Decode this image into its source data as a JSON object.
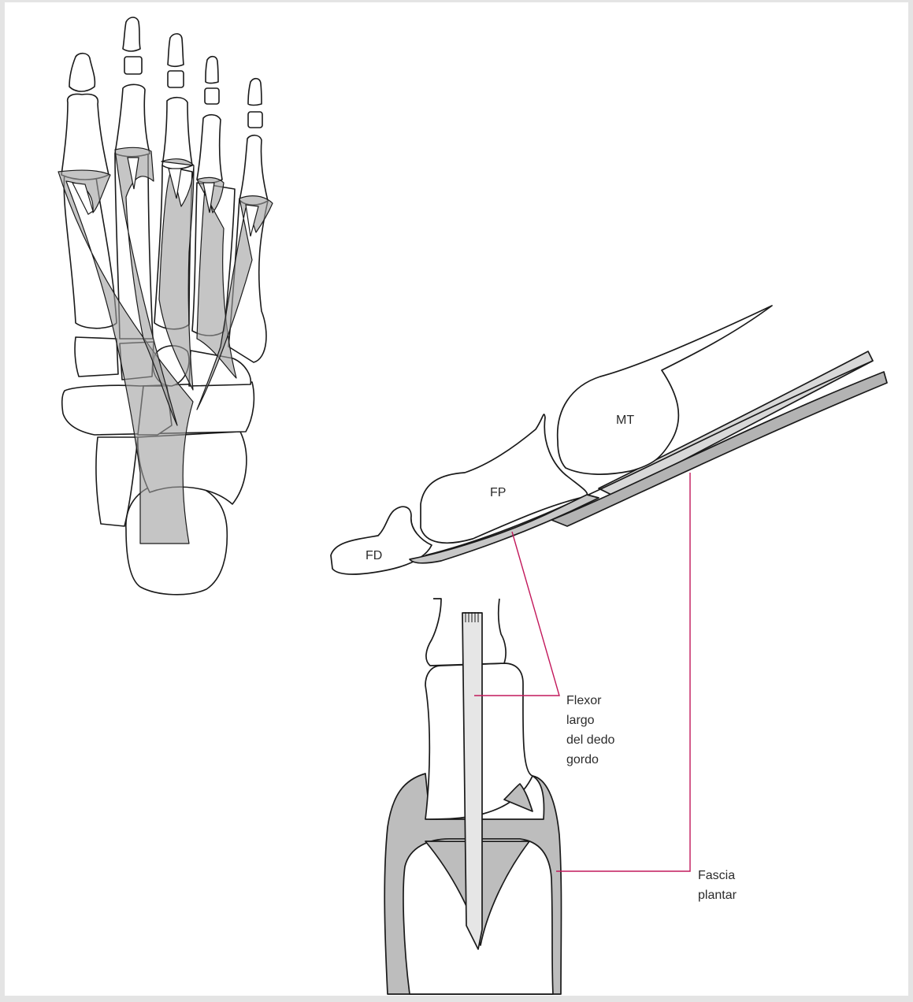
{
  "colors": {
    "outline": "#1a1a1a",
    "tissue_fill": "#bdbdbd",
    "tendon_fill": "#e6e6e6",
    "bone_fill": "#ffffff",
    "leader_line": "#c2185b"
  },
  "labels": {
    "mt": "MT",
    "fp": "FP",
    "fd": "FD",
    "flexor": [
      "Flexor",
      "largo",
      "del dedo",
      "gordo"
    ],
    "fascia": [
      "Fascia",
      "plantar"
    ]
  }
}
